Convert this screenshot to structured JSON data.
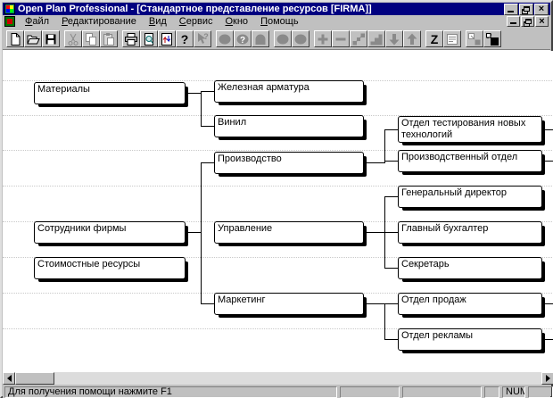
{
  "window": {
    "title": "Open Plan Professional - [Стандартное представление ресурсов [FIRMA]]",
    "close_glyph": "×"
  },
  "menu": {
    "items": [
      {
        "key": "file",
        "label": "Файл"
      },
      {
        "key": "edit",
        "label": "Редактирование"
      },
      {
        "key": "view",
        "label": "Вид"
      },
      {
        "key": "service",
        "label": "Сервис"
      },
      {
        "key": "window",
        "label": "Окно"
      },
      {
        "key": "help",
        "label": "Помощь"
      }
    ]
  },
  "toolbar": {
    "buttons": [
      {
        "name": "new-button",
        "icon": "new-icon",
        "enabled": true,
        "group": 1
      },
      {
        "name": "open-button",
        "icon": "open-icon",
        "enabled": true,
        "group": 1
      },
      {
        "name": "save-button",
        "icon": "save-icon",
        "enabled": true,
        "group": 1
      },
      {
        "name": "cut-button",
        "icon": "cut-icon",
        "enabled": false,
        "group": 2
      },
      {
        "name": "copy-button",
        "icon": "copy-icon",
        "enabled": false,
        "group": 2
      },
      {
        "name": "paste-button",
        "icon": "paste-icon",
        "enabled": false,
        "group": 2
      },
      {
        "name": "print-button",
        "icon": "print-icon",
        "enabled": true,
        "group": 3
      },
      {
        "name": "print-preview-button",
        "icon": "preview-icon",
        "enabled": true,
        "group": 3
      },
      {
        "name": "transfer-button",
        "icon": "transfer-icon",
        "enabled": true,
        "group": 3
      },
      {
        "name": "help-button",
        "icon": "help-icon",
        "enabled": true,
        "group": 3
      },
      {
        "name": "context-help-button",
        "icon": "context-help-icon",
        "enabled": false,
        "group": 3
      },
      {
        "name": "oval-view-button-1",
        "icon": "oval-icon",
        "enabled": false,
        "group": 4
      },
      {
        "name": "oval-question-button",
        "icon": "oval-question-icon",
        "enabled": false,
        "group": 4
      },
      {
        "name": "arch-view-button",
        "icon": "arch-icon",
        "enabled": false,
        "group": 4
      },
      {
        "name": "oval-view-button-2",
        "icon": "oval-icon",
        "enabled": false,
        "group": 5
      },
      {
        "name": "oval-view-button-3",
        "icon": "oval-icon",
        "enabled": false,
        "group": 5
      },
      {
        "name": "add-node-button",
        "icon": "plus-icon",
        "enabled": false,
        "group": 6
      },
      {
        "name": "remove-node-button",
        "icon": "minus-icon",
        "enabled": false,
        "group": 6
      },
      {
        "name": "link-nodes-button",
        "icon": "link-icon",
        "enabled": false,
        "group": 6
      },
      {
        "name": "outline-button",
        "icon": "steps-icon",
        "enabled": false,
        "group": 6
      },
      {
        "name": "move-down-button",
        "icon": "arrow-down-icon",
        "enabled": false,
        "group": 6
      },
      {
        "name": "move-up-button",
        "icon": "arrow-up-icon",
        "enabled": false,
        "group": 6
      },
      {
        "name": "zoom-z-button",
        "icon": "z-icon",
        "enabled": true,
        "group": 7
      },
      {
        "name": "notes-button",
        "icon": "notes-icon",
        "enabled": false,
        "group": 7
      },
      {
        "name": "tile-windows-button",
        "icon": "tile-icon",
        "enabled": false,
        "group": 8
      },
      {
        "name": "restore-window-button",
        "icon": "restore-black-icon",
        "enabled": true,
        "group": 8
      }
    ]
  },
  "tree": {
    "nodes": [
      {
        "id": "materials",
        "label": "Материалы"
      },
      {
        "id": "iron-fittings",
        "label": "Железная арматура"
      },
      {
        "id": "vinyl",
        "label": "Винил"
      },
      {
        "id": "new-tech-testing-dept",
        "label": "Отдел тестирования новых технологий"
      },
      {
        "id": "production",
        "label": "Производство"
      },
      {
        "id": "production-dept",
        "label": "Производственный отдел"
      },
      {
        "id": "general-director",
        "label": "Генеральный директор"
      },
      {
        "id": "company-staff",
        "label": "Сотрудники фирмы"
      },
      {
        "id": "management",
        "label": "Управление"
      },
      {
        "id": "chief-accountant",
        "label": "Главный бухгалтер"
      },
      {
        "id": "secretary",
        "label": "Секретарь"
      },
      {
        "id": "cost-resources",
        "label": "Стоимостные ресурсы"
      },
      {
        "id": "marketing",
        "label": "Маркетинг"
      },
      {
        "id": "sales-dept",
        "label": "Отдел продаж"
      },
      {
        "id": "advertising-dept",
        "label": "Отдел рекламы"
      }
    ]
  },
  "statusbar": {
    "message": "Для получения помощи нажмите F1",
    "num_label": "NUM"
  }
}
